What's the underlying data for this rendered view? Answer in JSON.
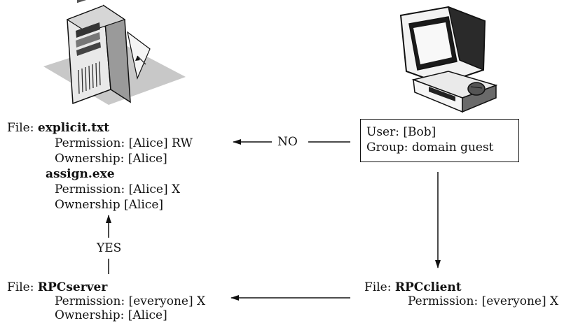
{
  "server_file_block": {
    "file_prefix": "File:",
    "file1_name": "explicit.txt",
    "file1_permission": "Permission: [Alice] RW",
    "file1_ownership": "Ownership: [Alice]",
    "file2_name": "assign.exe",
    "file2_permission": "Permission: [Alice] X",
    "file2_ownership": "Ownership [Alice]"
  },
  "user_box": {
    "user_line": "User: [Bob]",
    "group_line": "Group: domain guest"
  },
  "rpc_server_block": {
    "file_prefix": "File:",
    "name": "RPCserver",
    "permission": "Permission: [everyone] X",
    "ownership": "Ownership: [Alice]"
  },
  "rpc_client_block": {
    "file_prefix": "File:",
    "name": "RPCclient",
    "permission": "Permission: [everyone] X"
  },
  "edge_labels": {
    "no": "NO",
    "yes": "YES"
  },
  "icons": {
    "server": "server-tower-icon",
    "client": "desktop-computer-icon"
  }
}
